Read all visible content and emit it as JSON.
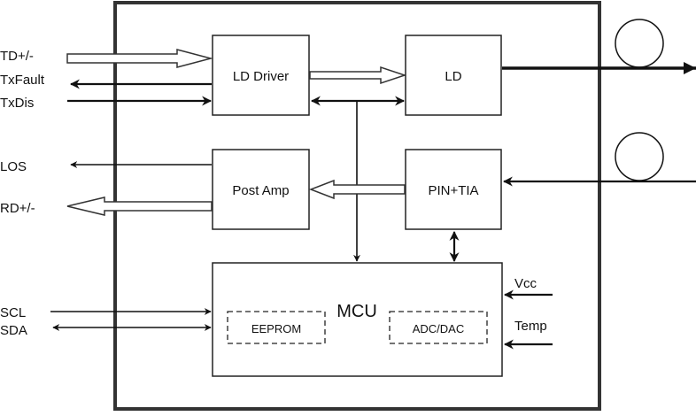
{
  "diagram": {
    "type": "block-diagram",
    "subject": "optical transceiver module",
    "blocks": {
      "ld_driver": "LD Driver",
      "ld": "LD",
      "post_amp": "Post Amp",
      "pin_tia": "PIN+TIA",
      "mcu": "MCU",
      "eeprom": "EEPROM",
      "adc_dac": "ADC/DAC"
    },
    "signals_left": {
      "td": "TD+/-",
      "txfault": "TxFault",
      "txdis": "TxDis",
      "los": "LOS",
      "rd": "RD+/-",
      "scl": "SCL",
      "sda": "SDA"
    },
    "signals_right": {
      "vcc": "Vcc",
      "temp": "Temp"
    },
    "connections": [
      {
        "from": "TD+/-",
        "to": "LD Driver",
        "style": "hollow-bus"
      },
      {
        "from": "LD Driver",
        "to": "TxFault",
        "style": "line"
      },
      {
        "from": "TxDis",
        "to": "LD Driver",
        "style": "line"
      },
      {
        "from": "LD Driver",
        "to": "LD",
        "style": "hollow-bus"
      },
      {
        "from": "LD Driver",
        "to": "LD",
        "style": "bidirectional"
      },
      {
        "from": "LD Driver/LD link",
        "to": "MCU",
        "style": "line"
      },
      {
        "from": "LD",
        "to": "fiber-out",
        "style": "line"
      },
      {
        "from": "fiber-in",
        "to": "PIN+TIA",
        "style": "line"
      },
      {
        "from": "PIN+TIA",
        "to": "Post Amp",
        "style": "hollow-bus"
      },
      {
        "from": "Post Amp",
        "to": "LOS",
        "style": "line"
      },
      {
        "from": "Post Amp",
        "to": "RD+/-",
        "style": "hollow-bus"
      },
      {
        "from": "PIN+TIA",
        "to": "MCU",
        "style": "bidirectional"
      },
      {
        "from": "SCL",
        "to": "MCU",
        "style": "line"
      },
      {
        "from": "SDA",
        "to": "MCU",
        "style": "bidirectional"
      },
      {
        "from": "Vcc",
        "to": "MCU",
        "style": "line"
      },
      {
        "from": "Temp",
        "to": "MCU",
        "style": "line"
      }
    ]
  }
}
